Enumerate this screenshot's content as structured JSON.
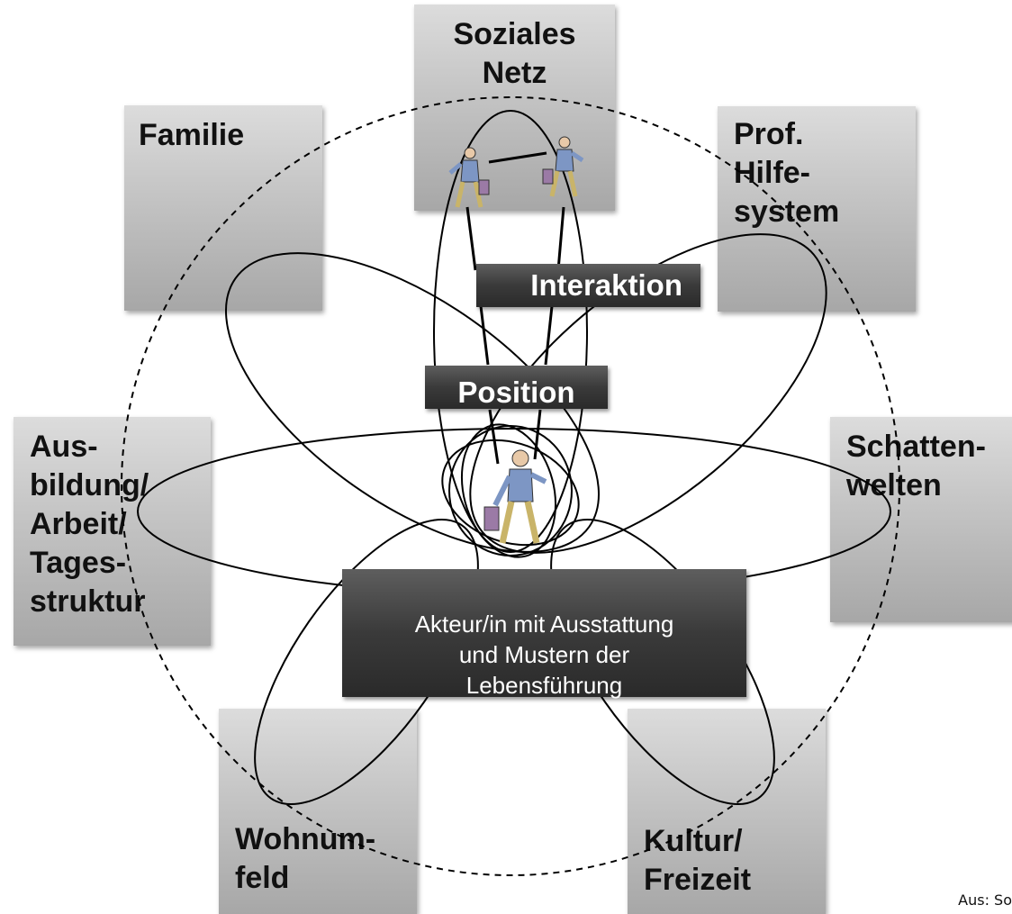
{
  "domains": {
    "soziales_netz": "Soziales\nNetz",
    "familie": "Familie",
    "prof_hilfesystem": "Prof.\nHilfe-\nsystem",
    "ausbildung": "Aus-\nbildung/\nArbeit/\nTages-\nstruktur",
    "schattenwelten": "Schatten-\nwelten",
    "wohnumfeld": "Wohnum-\nfeld",
    "kultur_freizeit": "Kultur/\nFreizeit"
  },
  "bars": {
    "interaktion": "Interaktion",
    "position": "Position",
    "akteur": "Akteur/in mit Ausstattung\nund Mustern der\nLebensführung"
  },
  "credit": "Aus: So",
  "colors": {
    "box_light": "#dcdcdc",
    "box_dark": "#a7a7a7",
    "bar_dark": "#333333",
    "line": "#000000"
  },
  "icons": {
    "person_figure": "walking-person-with-luggage-icon"
  }
}
